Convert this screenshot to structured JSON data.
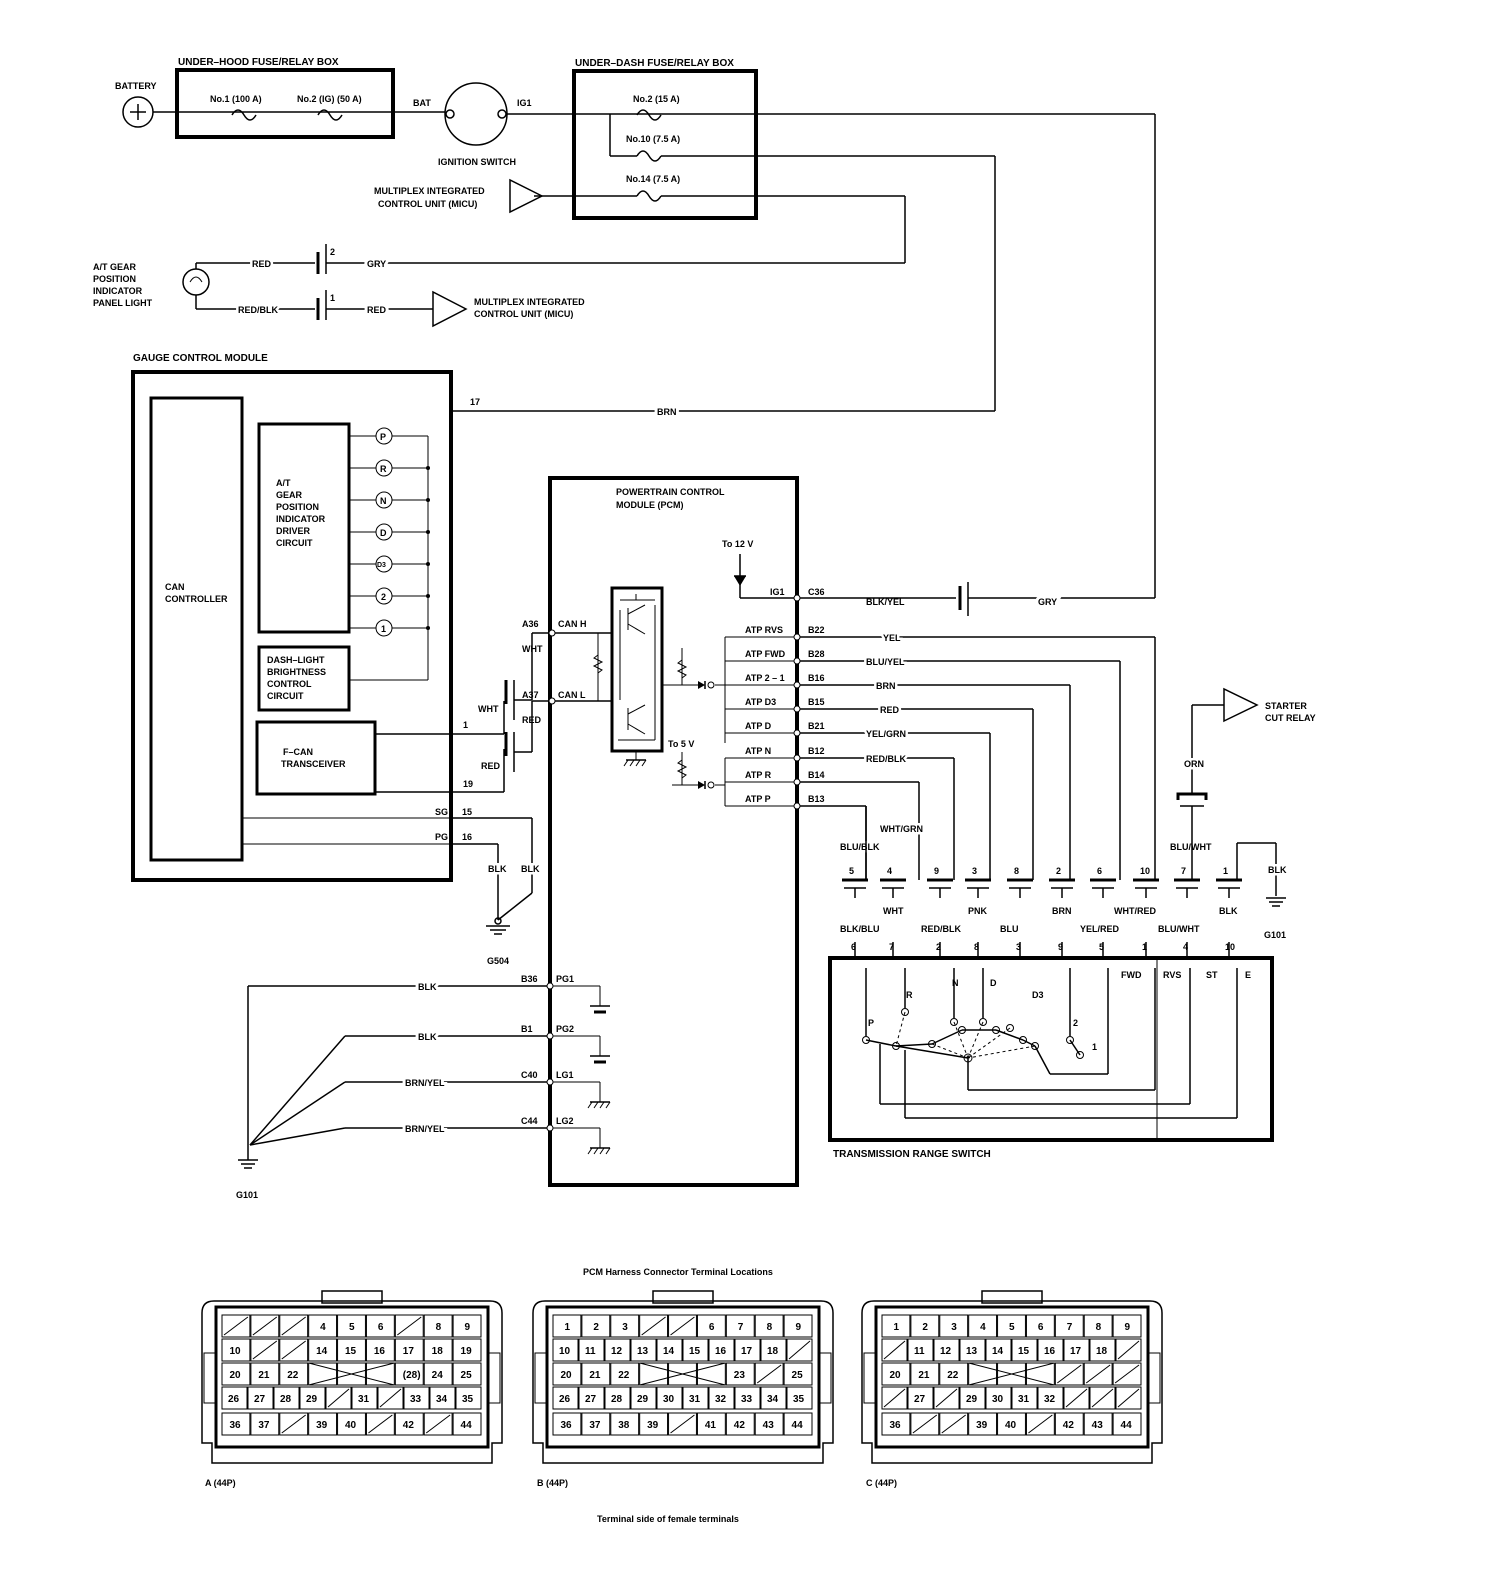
{
  "power": {
    "battery": "BATTERY",
    "underhood_title": "UNDER–HOOD FUSE/RELAY BOX",
    "fuse1": "No.1 (100 A)",
    "fuse2": "No.2 (IG) (50 A)",
    "bat": "BAT",
    "ig1": "IG1",
    "ignition_switch": "IGNITION SWITCH",
    "underdash_title": "UNDER–DASH FUSE/RELAY BOX",
    "fuse_d2": "No.2 (15 A)",
    "fuse_d10": "No.10 (7.5 A)",
    "fuse_d14": "No.14 (7.5 A)",
    "micu_line1": "MULTIPLEX INTEGRATED",
    "micu_line2": "CONTROL UNIT (MICU)"
  },
  "indicator": {
    "line1": "A/T GEAR",
    "line2": "POSITION",
    "line3": "INDICATOR",
    "line4": "PANEL LIGHT",
    "red": "RED",
    "redblk": "RED/BLK",
    "pin2": "2",
    "pin1": "1",
    "gry": "GRY",
    "red2": "RED",
    "micu_line1": "MULTIPLEX INTEGRATED",
    "micu_line2": "CONTROL UNIT (MICU)"
  },
  "gcm": {
    "title": "GAUGE CONTROL MODULE",
    "can_controller_1": "CAN",
    "can_controller_2": "CONTROLLER",
    "driver_lines": [
      "A/T",
      "GEAR",
      "POSITION",
      "INDICATOR",
      "DRIVER",
      "CIRCUIT"
    ],
    "dash_lines": [
      "DASH–LIGHT",
      "BRIGHTNESS",
      "CONTROL",
      "CIRCUIT"
    ],
    "fcan_lines": [
      "F–CAN",
      "TRANSCEIVER"
    ],
    "gears": [
      "P",
      "R",
      "N",
      "D",
      "D3",
      "2",
      "1"
    ],
    "pin17": "17",
    "brn": "BRN",
    "pin1": "1",
    "pin19": "19",
    "wht": "WHT",
    "red": "RED",
    "sg": "SG",
    "pg": "PG",
    "pin15": "15",
    "pin16": "16",
    "blk1": "BLK",
    "blk2": "BLK",
    "g504": "G504"
  },
  "pcm": {
    "title1": "POWERTRAIN CONTROL",
    "title2": "MODULE (PCM)",
    "to12v": "To 12 V",
    "to5v": "To 5 V",
    "ig1": "IG1",
    "c36": "C36",
    "blkyel": "BLK/YEL",
    "gry": "GRY",
    "a36": "A36",
    "a37": "A37",
    "canh": "CAN H",
    "canl": "CAN L",
    "wht": "WHT",
    "red": "RED",
    "atp": [
      {
        "name": "ATP RVS",
        "pin": "B22",
        "wire": "YEL"
      },
      {
        "name": "ATP FWD",
        "pin": "B28",
        "wire": "BLU/YEL"
      },
      {
        "name": "ATP 2 – 1",
        "pin": "B16",
        "wire": "BRN"
      },
      {
        "name": "ATP D3",
        "pin": "B15",
        "wire": "RED"
      },
      {
        "name": "ATP D",
        "pin": "B21",
        "wire": "YEL/GRN"
      },
      {
        "name": "ATP N",
        "pin": "B12",
        "wire": "RED/BLK"
      },
      {
        "name": "ATP R",
        "pin": "B14",
        "wire": "WHT/GRN"
      },
      {
        "name": "ATP P",
        "pin": "B13",
        "wire": "BLU/BLK"
      }
    ],
    "grounds": [
      {
        "pin": "B36",
        "name": "PG1",
        "wire": "BLK"
      },
      {
        "pin": "B1",
        "name": "PG2",
        "wire": "BLK"
      },
      {
        "pin": "C40",
        "name": "LG1",
        "wire": "BRN/YEL"
      },
      {
        "pin": "C44",
        "name": "LG2",
        "wire": "BRN/YEL"
      }
    ],
    "g101": "G101"
  },
  "trs": {
    "title": "TRANSMISSION RANGE SWITCH",
    "starter1": "STARTER",
    "starter2": "CUT RELAY",
    "orn": "ORN",
    "bluwht": "BLU/WHT",
    "blk": "BLK",
    "g101": "G101",
    "top_pins": [
      "5",
      "4",
      "9",
      "3",
      "8",
      "2",
      "6",
      "10",
      "7",
      "1"
    ],
    "mid_wires": [
      "WHT",
      "PNK",
      "BRN",
      "WHT/RED",
      "BLK"
    ],
    "bot_wires": [
      "BLK/BLU",
      "RED/BLK",
      "BLU",
      "YEL/RED",
      "BLU/WHT"
    ],
    "bot_pins": [
      "6",
      "7",
      "2",
      "8",
      "3",
      "9",
      "5",
      "1",
      "4",
      "10"
    ],
    "terms": [
      "FWD",
      "RVS",
      "ST",
      "E"
    ],
    "positions": [
      "P",
      "R",
      "N",
      "D",
      "D3",
      "2",
      "1"
    ]
  },
  "connectors": {
    "title": "PCM Harness Connector Terminal Locations",
    "footer": "Terminal side of female terminals",
    "a_label": "A (44P)",
    "b_label": "B (44P)",
    "c_label": "C (44P)",
    "a": {
      "row1": [
        "/",
        "/",
        "/",
        "4",
        "5",
        "6",
        "/",
        "8",
        "9"
      ],
      "row2": [
        "10",
        "/",
        "/",
        "14",
        "15",
        "16",
        "17",
        "18",
        "19"
      ],
      "row3": [
        "20",
        "21",
        "22",
        "X",
        "X",
        "X",
        "(28)",
        "24",
        "25"
      ],
      "row4": [
        "26",
        "27",
        "28",
        "29",
        "/",
        "31",
        "/",
        "33",
        "34",
        "35"
      ],
      "row5": [
        "36",
        "37",
        "/",
        "39",
        "40",
        "/",
        "42",
        "/",
        "44"
      ]
    },
    "b": {
      "row1": [
        "1",
        "2",
        "3",
        "/",
        "/",
        "6",
        "7",
        "8",
        "9"
      ],
      "row2": [
        "10",
        "11",
        "12",
        "13",
        "14",
        "15",
        "16",
        "17",
        "18",
        "/"
      ],
      "row3": [
        "20",
        "21",
        "22",
        "X",
        "X",
        "X",
        "23",
        "/",
        "25"
      ],
      "row4": [
        "26",
        "27",
        "28",
        "29",
        "30",
        "31",
        "32",
        "33",
        "34",
        "35"
      ],
      "row5": [
        "36",
        "37",
        "38",
        "39",
        "/",
        "41",
        "42",
        "43",
        "44"
      ]
    },
    "c": {
      "row1": [
        "1",
        "2",
        "3",
        "4",
        "5",
        "6",
        "7",
        "8",
        "9"
      ],
      "row2": [
        "/",
        "11",
        "12",
        "13",
        "14",
        "15",
        "16",
        "17",
        "18",
        "/"
      ],
      "row3": [
        "20",
        "21",
        "22",
        "X",
        "X",
        "X",
        "/",
        "/",
        "/"
      ],
      "row4": [
        "/",
        "27",
        "/",
        "29",
        "30",
        "31",
        "32",
        "/",
        "/",
        "/"
      ],
      "row5": [
        "36",
        "/",
        "/",
        "39",
        "40",
        "/",
        "42",
        "43",
        "44"
      ]
    }
  }
}
